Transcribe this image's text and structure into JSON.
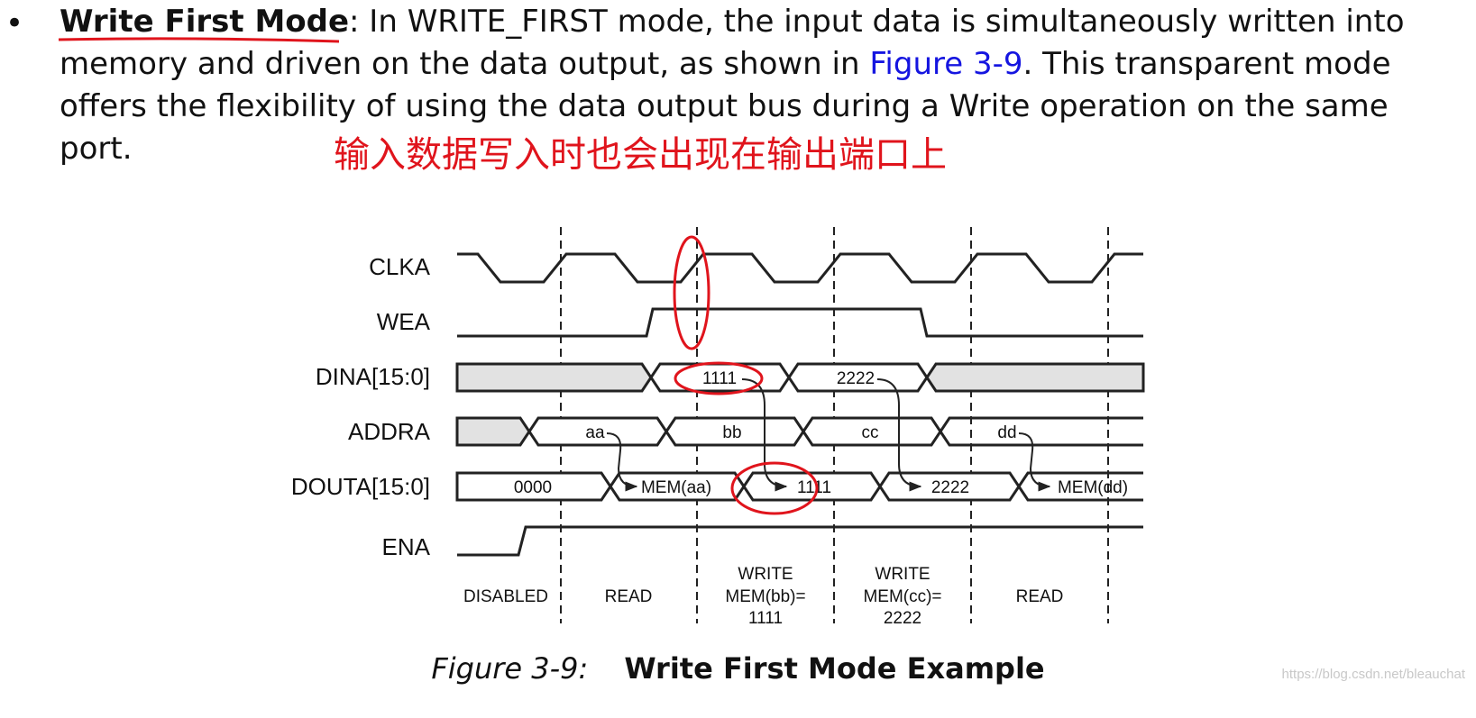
{
  "paragraph": {
    "bullet": "•",
    "term": "Write First Mode",
    "line1_rest": ": In WRITE_FIRST mode, the input data is simultaneously written into",
    "line2_pre": "memory and driven on the data output, as shown in ",
    "figure_link": "Figure 3-9",
    "line2_post": ". This transparent mode",
    "line3": "offers the flexibility of using the data output bus during a Write operation on the same",
    "line4": "port."
  },
  "annotation_note": "输入数据写入时也会出现在输出端口上",
  "diagram": {
    "signals": [
      "CLKA",
      "WEA",
      "DINA[15:0]",
      "ADDRA",
      "DOUTA[15:0]",
      "ENA"
    ],
    "dina_values": [
      "1111",
      "2222"
    ],
    "addra_values": [
      "aa",
      "bb",
      "cc",
      "dd"
    ],
    "douta_values": [
      "0000",
      "MEM(aa)",
      "1111",
      "2222",
      "MEM(dd)"
    ],
    "phase_labels": [
      [
        "DISABLED"
      ],
      [
        "READ"
      ],
      [
        "WRITE",
        "MEM(bb)=",
        "1111"
      ],
      [
        "WRITE",
        "MEM(cc)=",
        "2222"
      ],
      [
        "READ"
      ]
    ],
    "colors": {
      "trace": "#222222",
      "fill": "#e2e2e2",
      "highlight": "#e0141c"
    }
  },
  "caption": {
    "number": "Figure 3-9:",
    "title": "Write First Mode Example"
  },
  "watermark": "https://blog.csdn.net/bleauchat"
}
